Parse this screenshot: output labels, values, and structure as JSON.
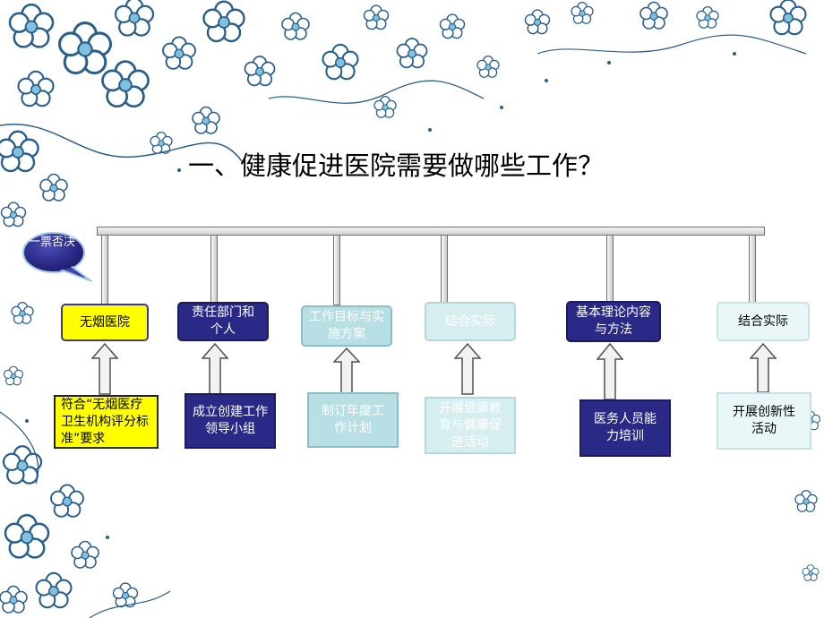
{
  "title": "一、健康促进医院需要做哪些工作？",
  "badge": {
    "label": "一票否决"
  },
  "columns": [
    {
      "top": "无烟医院",
      "bottom": "符合“无烟医疗卫生机构评分标准”要求"
    },
    {
      "top": "责任部门和个人",
      "bottom": "成立创建工作领导小组"
    },
    {
      "top": "工作目标与实施方案",
      "bottom": "制订年度工作计划"
    },
    {
      "top": "结合实际",
      "bottom": "开展健康教育与健康促进活动"
    },
    {
      "top": "基本理论内容与方法",
      "bottom": "医务人员能力培训"
    },
    {
      "top": "结合实际",
      "bottom": "开展创新性活动"
    }
  ],
  "colors": {
    "yellow": "#ffff00",
    "navy": "#2a2a86",
    "teal_light": "#b7dfe4",
    "teal_pale": "#d7eef0",
    "aqua_pale": "#eaf7f8",
    "bubble": "#20207a"
  }
}
